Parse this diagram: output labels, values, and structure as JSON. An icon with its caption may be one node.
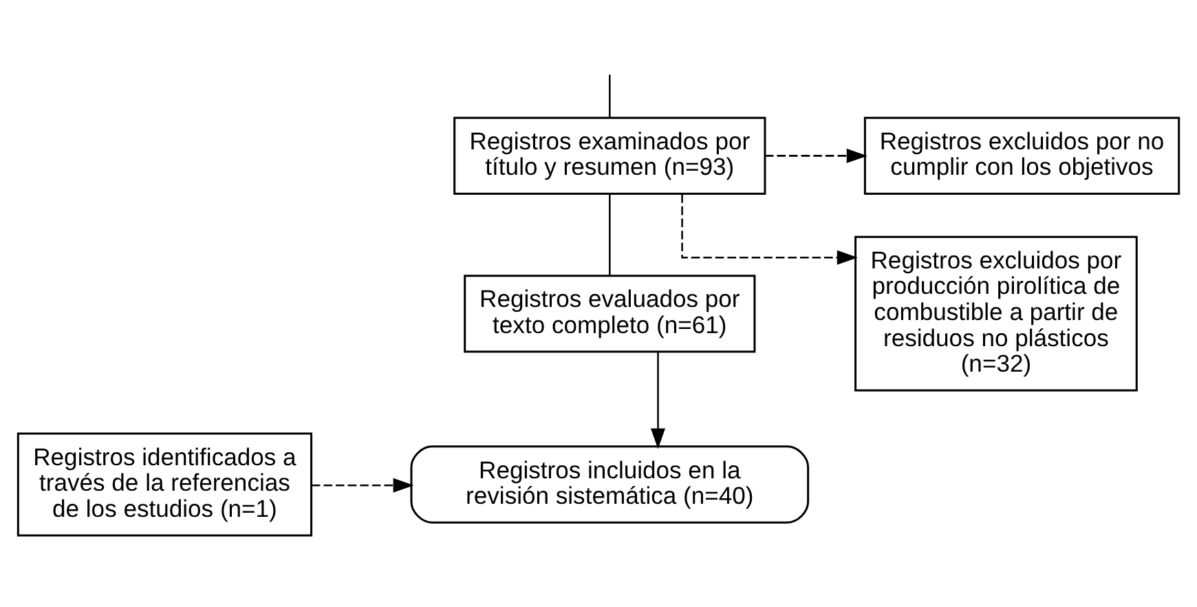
{
  "diagram": {
    "nodes": [
      {
        "text": [
          "Registros examinados por título y resumen (n=93)"
        ]
      },
      {
        "text": [
          "Registros excluidos por no cumplir con los objetivos"
        ]
      },
      {
        "text": [
          "Registros excluidos por producción pirolítica de combustible a partir de residuos no plásticos (n=32)"
        ]
      },
      {
        "text": [
          "Registros evaluados por texto completo (n=61)"
        ]
      },
      {
        "text": [
          "Registros identificados a través de la referencias de los estudios (n=1)"
        ]
      },
      {
        "text": [
          "Registros incluidos en la revisión sistemática (n=40)"
        ]
      }
    ],
    "edges": [
      {
        "from": null,
        "to": 0,
        "arrow": "none"
      },
      {
        "from": 0,
        "to": 1,
        "arrow": "to",
        "style": "dashed"
      },
      {
        "from": 0,
        "to": 3,
        "arrow": "none"
      },
      {
        "from": 0,
        "to": 2,
        "arrow": "to",
        "style": "dashed"
      },
      {
        "from": 3,
        "to": 5,
        "arrow": "to"
      },
      {
        "from": 4,
        "to": 5,
        "arrow": "to",
        "style": "dashed"
      }
    ]
  }
}
